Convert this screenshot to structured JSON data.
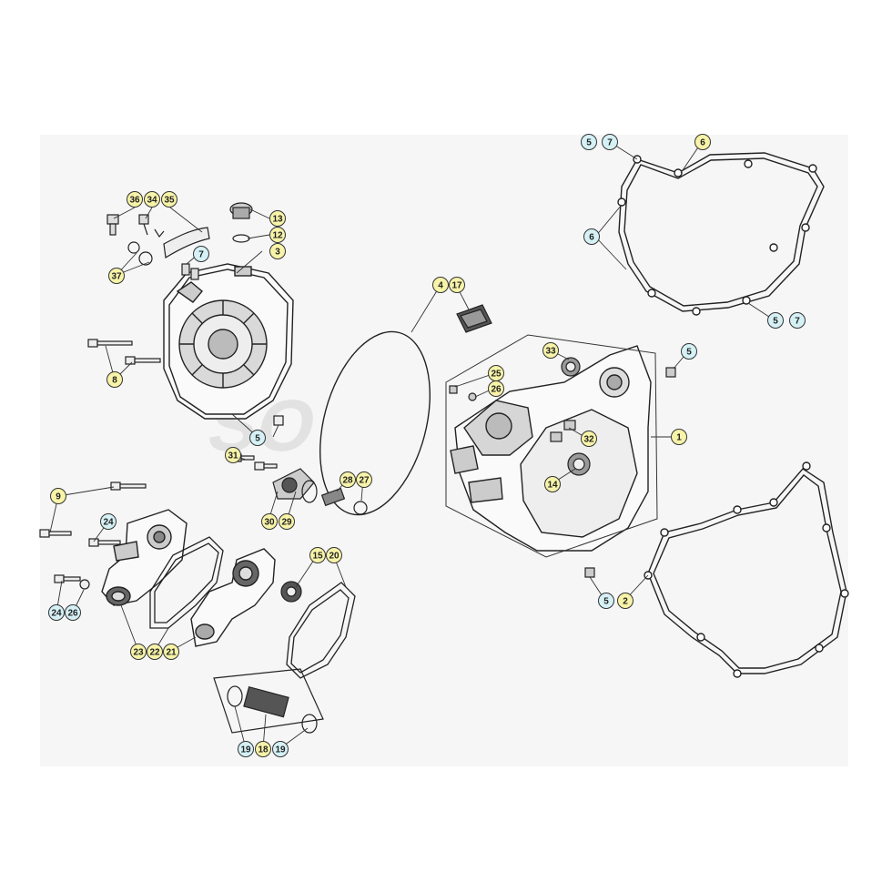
{
  "diagram": {
    "watermark": "SO",
    "callout_colors": {
      "yellow": "#f7f3a8",
      "cyan": "#d5f1f5",
      "stroke": "#333333"
    }
  },
  "callouts": [
    {
      "id": "c-36",
      "label": "36",
      "color": "yellow"
    },
    {
      "id": "c-34",
      "label": "34",
      "color": "yellow"
    },
    {
      "id": "c-35",
      "label": "35",
      "color": "yellow"
    },
    {
      "id": "c-13",
      "label": "13",
      "color": "yellow"
    },
    {
      "id": "c-12",
      "label": "12",
      "color": "yellow"
    },
    {
      "id": "c-3",
      "label": "3",
      "color": "yellow"
    },
    {
      "id": "c-7a",
      "label": "7",
      "color": "cyan"
    },
    {
      "id": "c-37",
      "label": "37",
      "color": "yellow"
    },
    {
      "id": "c-8",
      "label": "8",
      "color": "yellow"
    },
    {
      "id": "c-5a",
      "label": "5",
      "color": "cyan"
    },
    {
      "id": "c-4",
      "label": "4",
      "color": "yellow"
    },
    {
      "id": "c-17",
      "label": "17",
      "color": "yellow"
    },
    {
      "id": "c-25",
      "label": "25",
      "color": "yellow"
    },
    {
      "id": "c-26a",
      "label": "26",
      "color": "yellow"
    },
    {
      "id": "c-33",
      "label": "33",
      "color": "yellow"
    },
    {
      "id": "c-5b",
      "label": "5",
      "color": "cyan"
    },
    {
      "id": "c-32",
      "label": "32",
      "color": "yellow"
    },
    {
      "id": "c-1",
      "label": "1",
      "color": "yellow"
    },
    {
      "id": "c-14",
      "label": "14",
      "color": "yellow"
    },
    {
      "id": "c-31",
      "label": "31",
      "color": "yellow"
    },
    {
      "id": "c-28",
      "label": "28",
      "color": "yellow"
    },
    {
      "id": "c-27",
      "label": "27",
      "color": "yellow"
    },
    {
      "id": "c-30",
      "label": "30",
      "color": "yellow"
    },
    {
      "id": "c-29",
      "label": "29",
      "color": "yellow"
    },
    {
      "id": "c-9",
      "label": "9",
      "color": "yellow"
    },
    {
      "id": "c-24a",
      "label": "24",
      "color": "cyan"
    },
    {
      "id": "c-15",
      "label": "15",
      "color": "yellow"
    },
    {
      "id": "c-20",
      "label": "20",
      "color": "yellow"
    },
    {
      "id": "c-24b",
      "label": "24",
      "color": "cyan"
    },
    {
      "id": "c-26b",
      "label": "26",
      "color": "cyan"
    },
    {
      "id": "c-23",
      "label": "23",
      "color": "yellow"
    },
    {
      "id": "c-22",
      "label": "22",
      "color": "yellow"
    },
    {
      "id": "c-21",
      "label": "21",
      "color": "yellow"
    },
    {
      "id": "c-19a",
      "label": "19",
      "color": "cyan"
    },
    {
      "id": "c-18",
      "label": "18",
      "color": "yellow"
    },
    {
      "id": "c-19b",
      "label": "19",
      "color": "cyan"
    },
    {
      "id": "c-5c",
      "label": "5",
      "color": "cyan"
    },
    {
      "id": "c-2",
      "label": "2",
      "color": "yellow"
    },
    {
      "id": "c-5d",
      "label": "5",
      "color": "cyan"
    },
    {
      "id": "c-7b",
      "label": "7",
      "color": "cyan"
    },
    {
      "id": "c-6a",
      "label": "6",
      "color": "yellow"
    },
    {
      "id": "c-6b",
      "label": "6",
      "color": "cyan"
    },
    {
      "id": "c-5e",
      "label": "5",
      "color": "cyan"
    },
    {
      "id": "c-7c",
      "label": "7",
      "color": "cyan"
    }
  ]
}
